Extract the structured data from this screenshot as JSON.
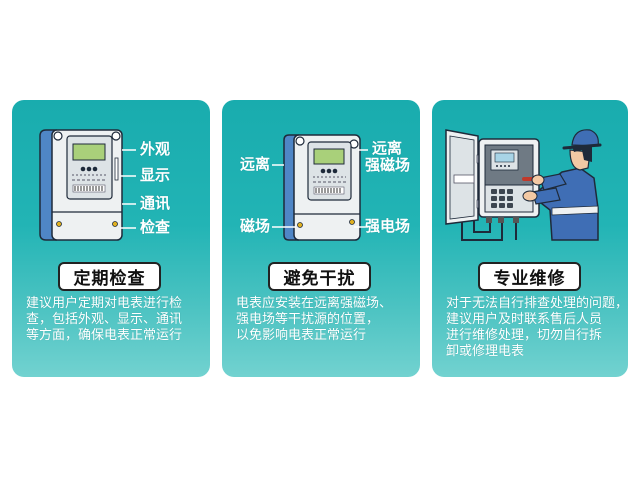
{
  "colors": {
    "card_top": "#19acae",
    "card_bottom": "#72d2d0",
    "badge_bg": "#ffffff",
    "badge_border": "#222222",
    "text": "#ffffff"
  },
  "cards": [
    {
      "title": "定期检查",
      "illustration": "electric-meter",
      "callouts": [
        "外观",
        "显示",
        "通讯",
        "检查"
      ],
      "description_lines": [
        "建议用户定期对电表进行检",
        "查，包括外观、显示、通讯",
        "等方面，确保电表正常运行"
      ]
    },
    {
      "title": "避免干扰",
      "illustration": "electric-meter",
      "callouts": [
        "远离",
        "磁场",
        "远离",
        "强磁场",
        "强电场"
      ],
      "description_lines": [
        "电表应安装在远离强磁场、",
        "强电场等干扰源的位置，",
        "以免影响电表正常运行"
      ]
    },
    {
      "title": "专业维修",
      "illustration": "technician-repairing-meter-box",
      "callouts": [],
      "description_lines": [
        "对于无法自行排查处理的问题，",
        "建议用户及时联系售后人员",
        "进行维修处理，切勿自行拆",
        "卸或修理电表"
      ]
    }
  ]
}
